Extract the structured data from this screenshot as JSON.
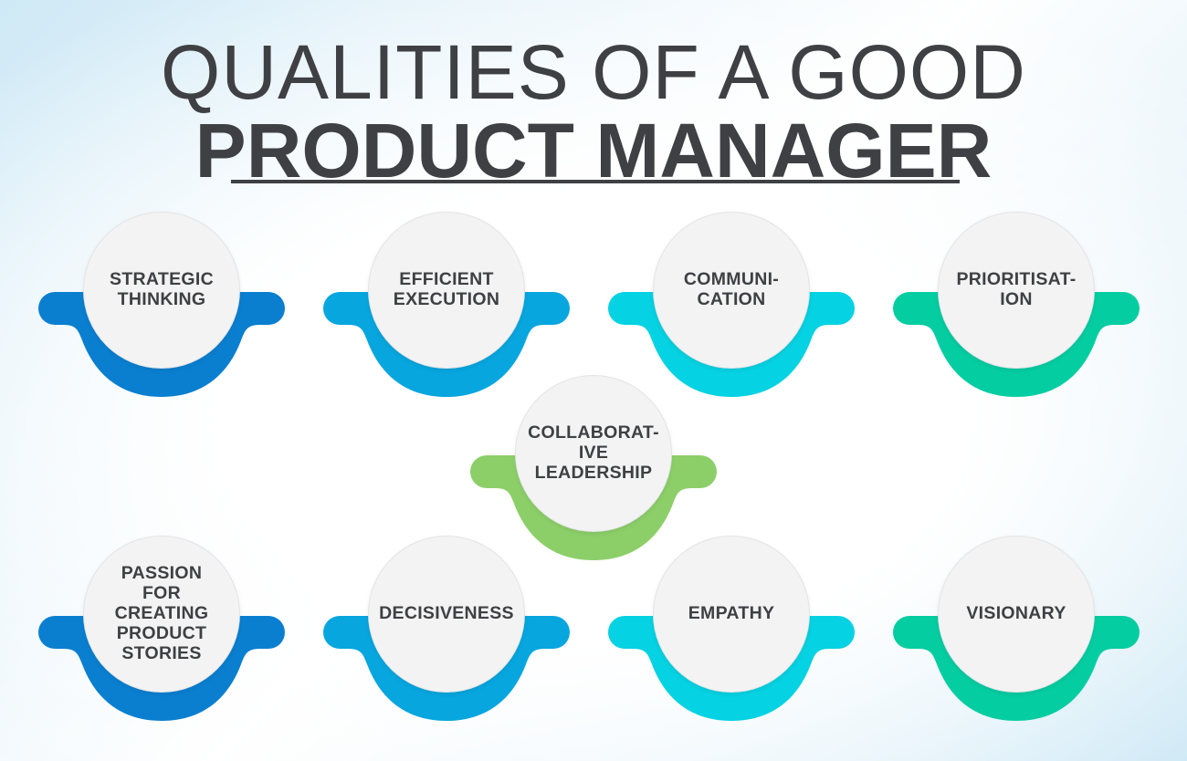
{
  "header": {
    "title_line1": "QUALITIES OF A GOOD",
    "title_line2": "PRODUCT MANAGER"
  },
  "colors": {
    "text": "#3f4043",
    "circle_fill": "#f3f3f4",
    "dark_blue": "#0a7fd0",
    "light_blue": "#07a6df",
    "cyan": "#05d2e2",
    "teal": "#05cda2",
    "green": "#8ccf69"
  },
  "qualities": [
    {
      "label": "STRATEGIC\nTHINKING",
      "color": "#0a7fd0",
      "row": 1,
      "col": 1
    },
    {
      "label": "EFFICIENT\nEXECUTION",
      "color": "#07a6df",
      "row": 1,
      "col": 2
    },
    {
      "label": "COMMUNI-\nCATION",
      "color": "#05d2e2",
      "row": 1,
      "col": 3
    },
    {
      "label": "PRIORITISAT-\nION",
      "color": "#05cda2",
      "row": 1,
      "col": 4
    },
    {
      "label": "COLLABORAT-\nIVE\nLEADERSHIP",
      "color": "#8ccf69",
      "row": 2,
      "col": "center"
    },
    {
      "label": "PASSION\nFOR\nCREATING\nPRODUCT\nSTORIES",
      "color": "#0a7fd0",
      "row": 3,
      "col": 1
    },
    {
      "label": "DECISIVENESS",
      "color": "#07a6df",
      "row": 3,
      "col": 2
    },
    {
      "label": "EMPATHY",
      "color": "#05d2e2",
      "row": 3,
      "col": 3
    },
    {
      "label": "VISIONARY",
      "color": "#05cda2",
      "row": 3,
      "col": 4
    }
  ]
}
